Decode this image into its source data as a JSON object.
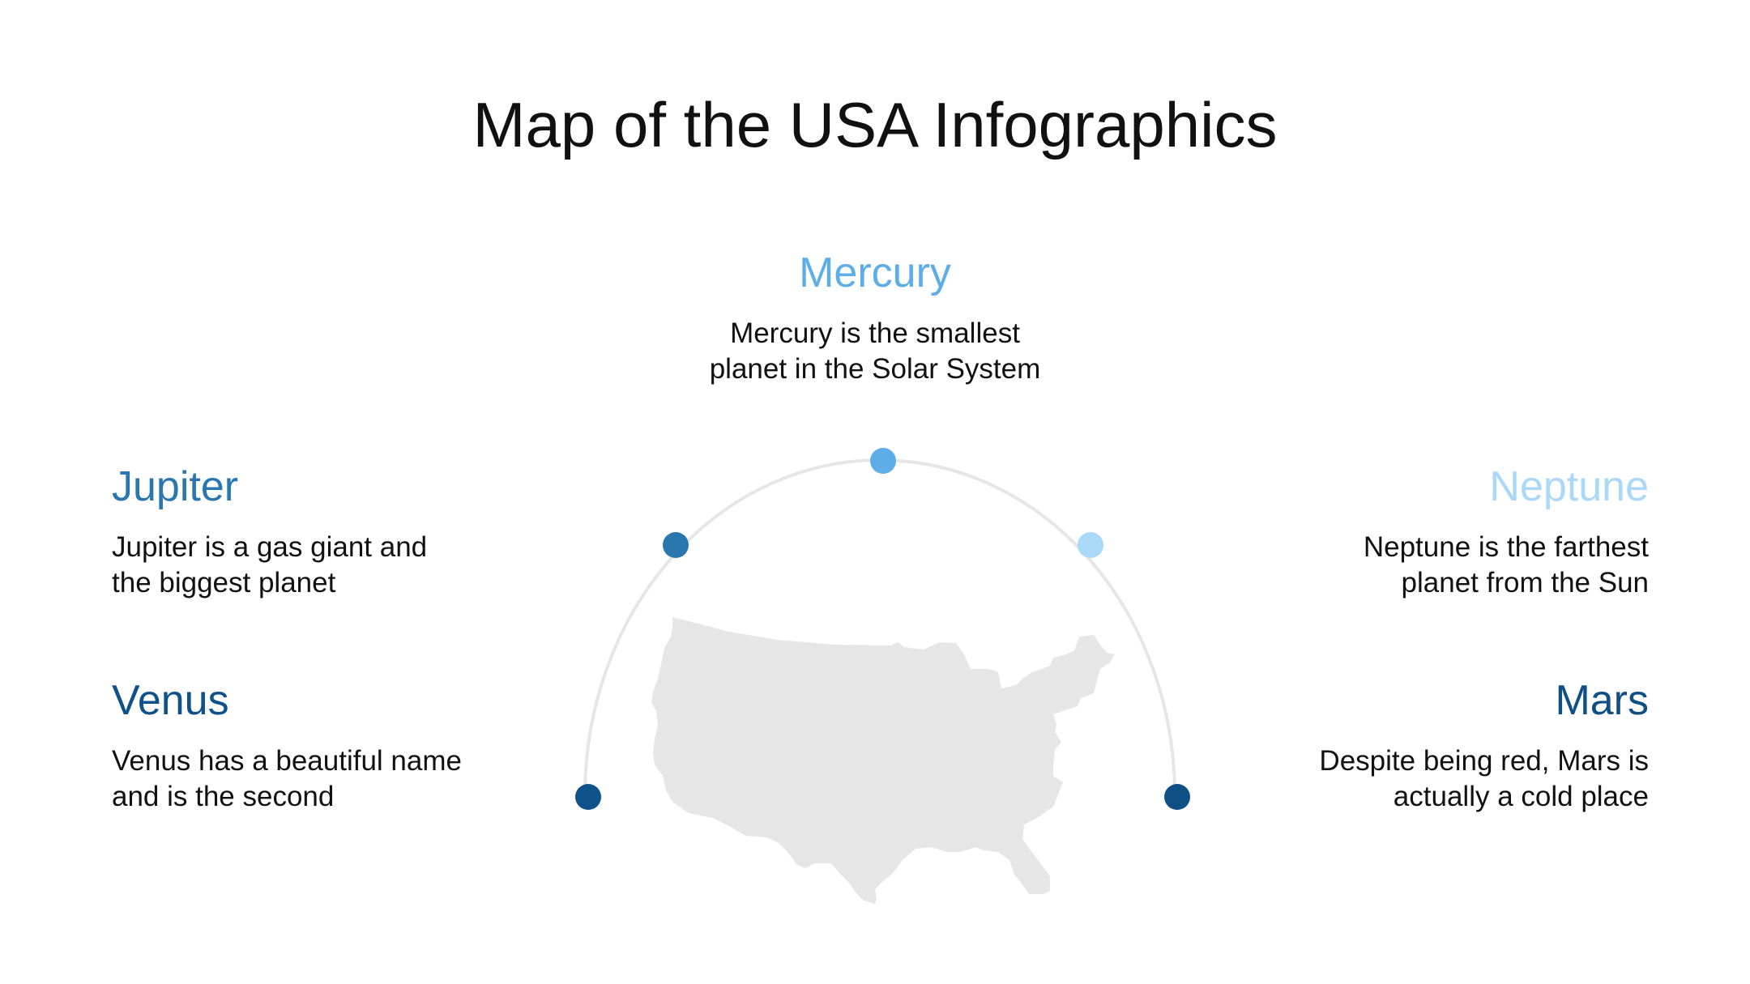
{
  "title": "Map of the USA Infographics",
  "colors": {
    "mercury": "#5DAEE8",
    "jupiter": "#2A77B0",
    "venus": "#0F528A",
    "neptune": "#A9D8F8",
    "mars": "#0F4F86",
    "arc": "#E6E6E6",
    "map": "#E6E6E6"
  },
  "items": {
    "mercury": {
      "heading": "Mercury",
      "lines": [
        "Mercury is the smallest",
        "planet in the Solar System"
      ]
    },
    "jupiter": {
      "heading": "Jupiter",
      "lines": [
        "Jupiter is a gas giant and",
        "the biggest planet"
      ]
    },
    "venus": {
      "heading": "Venus",
      "lines": [
        "Venus has a beautiful name",
        "and is the second"
      ]
    },
    "neptune": {
      "heading": "Neptune",
      "lines": [
        "Neptune is the farthest",
        "planet from the Sun"
      ]
    },
    "mars": {
      "heading": "Mars",
      "lines": [
        "Despite being red, Mars is",
        "actually a cold place"
      ]
    }
  },
  "map": {
    "icon": "usa-map-icon"
  }
}
